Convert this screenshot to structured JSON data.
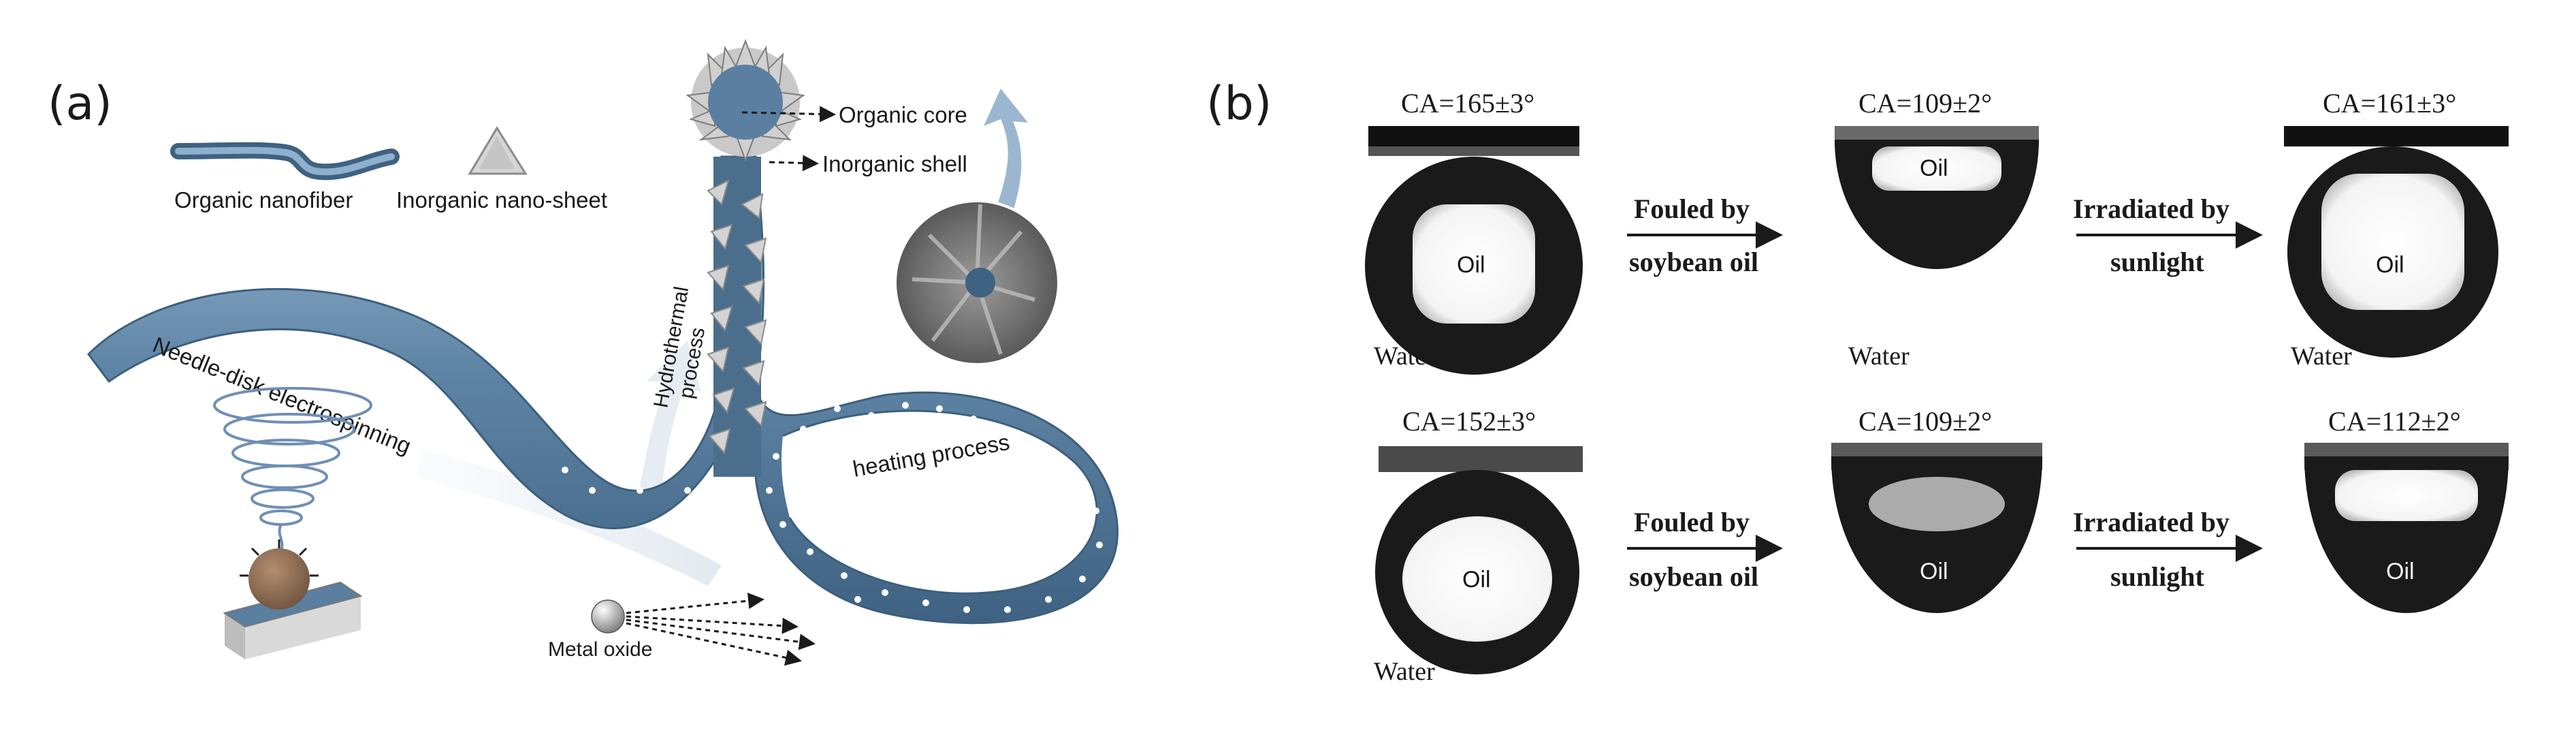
{
  "panel_a": {
    "label": "(a)",
    "legend": {
      "organic_nanofiber": "Organic nanofiber",
      "inorganic_nanosheet": "Inorganic nano-sheet"
    },
    "labels": {
      "organic_core": "Organic core",
      "inorganic_shell": "Inorganic shell",
      "hydrothermal_line1": "Hydrothermal",
      "hydrothermal_line2": "process",
      "electrospinning": "Needle-disk electrospinning",
      "heating": "heating process",
      "metal_oxide": "Metal oxide"
    },
    "colors": {
      "fiber": "#5a7fa0",
      "fiber_light": "#8fb0cc",
      "sphere": "#8a6a50"
    }
  },
  "panel_b": {
    "label": "(b)",
    "rows": [
      {
        "images": [
          {
            "ca": "CA=165±3°",
            "oil": "Oil",
            "water": "Water"
          },
          {
            "ca": "CA=109±2°",
            "oil": "Oil",
            "water": "Water"
          },
          {
            "ca": "CA=161±3°",
            "oil": "Oil",
            "water": "Water"
          }
        ],
        "arrows": [
          {
            "line1": "Fouled by",
            "line2": "soybean oil"
          },
          {
            "line1": "Irradiated by",
            "line2": "sunlight"
          }
        ]
      },
      {
        "images": [
          {
            "ca": "CA=152±3°",
            "oil": "Oil",
            "water": "Water"
          },
          {
            "ca": "CA=109±2°",
            "oil": "Oil"
          },
          {
            "ca": "CA=112±2°",
            "oil": "Oil"
          }
        ],
        "arrows": [
          {
            "line1": "Fouled by",
            "line2": "soybean oil"
          },
          {
            "line1": "Irradiated by",
            "line2": "sunlight"
          }
        ]
      }
    ]
  }
}
